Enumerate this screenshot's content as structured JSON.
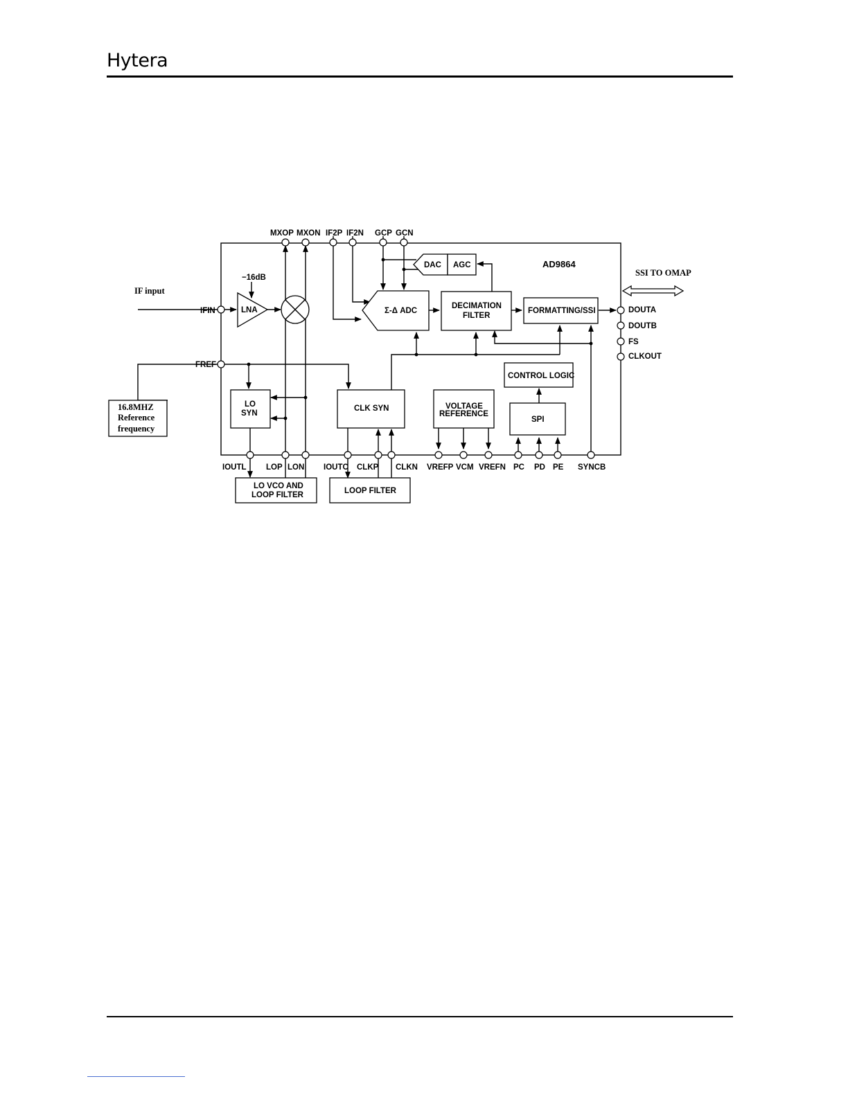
{
  "header": {
    "brand": "Hytera"
  },
  "diagram": {
    "chip_name": "AD9864",
    "inputs": {
      "if_input": "IF input",
      "ref_line1": "16.8MHZ",
      "ref_line2": "Reference",
      "ref_line3": "frequency"
    },
    "gain_label": "−16dB",
    "ssi_label": "SSI TO OMAP",
    "blocks": {
      "lna": "LNA",
      "adc": "Σ-Δ ADC",
      "decimation_line1": "DECIMATION",
      "decimation_line2": "FILTER",
      "formatting": "FORMATTING/SSI",
      "dac": "DAC",
      "agc": "AGC",
      "lo_syn_line1": "LO",
      "lo_syn_line2": "SYN",
      "clk_syn": "CLK SYN",
      "voltage_line1": "VOLTAGE",
      "voltage_line2": "REFERENCE",
      "control_logic": "CONTROL LOGIC",
      "spi": "SPI",
      "lo_vco_line1": "LO VCO AND",
      "lo_vco_line2": "LOOP FILTER",
      "loop_filter": "LOOP FILTER"
    },
    "pins": {
      "mxop": "MXOP",
      "mxon": "MXON",
      "if2p": "IF2P",
      "if2n": "IF2N",
      "gcp": "GCP",
      "gcn": "GCN",
      "ifin": "IFIN",
      "fref": "FREF",
      "douta": "DOUTA",
      "doutb": "DOUTB",
      "fs": "FS",
      "clkout": "CLKOUT",
      "ioutl": "IOUTL",
      "lop": "LOP",
      "lon": "LON",
      "ioutc": "IOUTC",
      "clkp": "CLKP",
      "clkn": "CLKN",
      "vrefp": "VREFP",
      "vcm": "VCM",
      "vrefn": "VREFN",
      "pc": "PC",
      "pd": "PD",
      "pe": "PE",
      "syncb": "SYNCB"
    }
  }
}
